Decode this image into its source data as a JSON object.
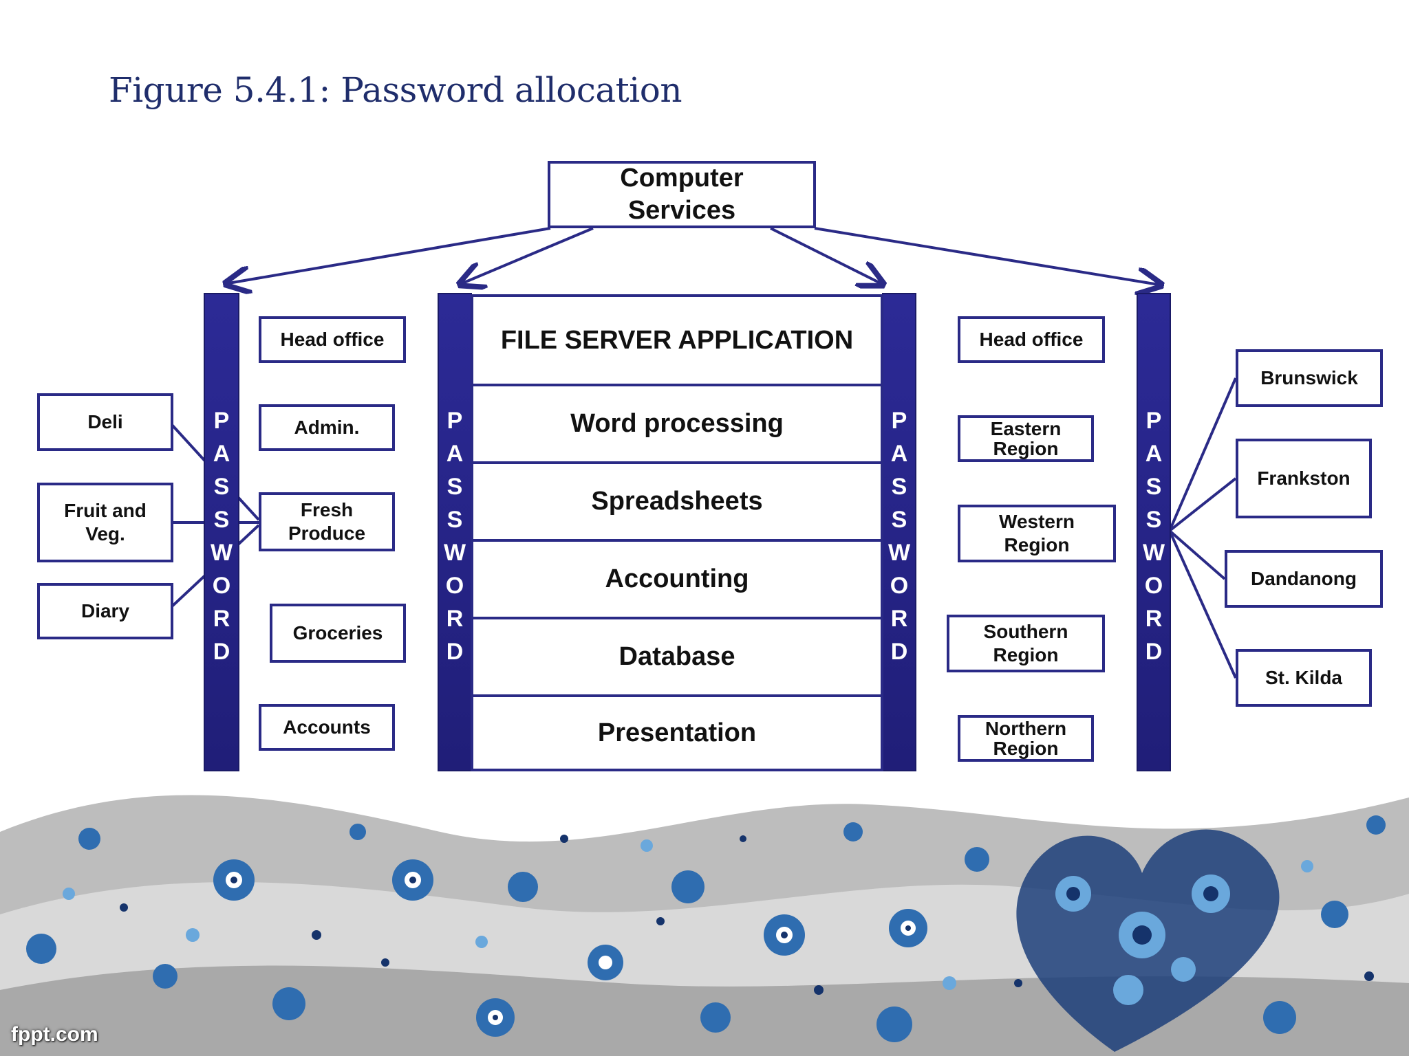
{
  "title": "Figure 5.4.1: Password allocation",
  "top_node": {
    "line1": "Computer",
    "line2": "Services"
  },
  "password_bar_letters": [
    "P",
    "A",
    "S",
    "S",
    "W",
    "O",
    "R",
    "D"
  ],
  "file_server": {
    "header": "FILE SERVER APPLICATION",
    "applications": [
      "Word processing",
      "Spreadsheets",
      "Accounting",
      "Database",
      "Presentation"
    ]
  },
  "left_departments": {
    "head_office": "Head office",
    "admin": "Admin.",
    "fresh_produce": {
      "line1": "Fresh",
      "line2": "Produce"
    },
    "groceries": "Groceries",
    "accounts": "Accounts"
  },
  "fresh_produce_sections": {
    "deli": "Deli",
    "fruit_veg": {
      "line1": "Fruit and",
      "line2": "Veg."
    },
    "diary": "Diary"
  },
  "right_regions": {
    "head_office": "Head office",
    "eastern": {
      "line1": "Eastern",
      "line2": "Region"
    },
    "western": {
      "line1": "Western",
      "line2": "Region"
    },
    "southern": {
      "line1": "Southern",
      "line2": "Region"
    },
    "northern": {
      "line1": "Northern",
      "line2": "Region"
    }
  },
  "branches": [
    "Brunswick",
    "Frankston",
    "Dandanong",
    "St. Kilda"
  ],
  "watermark": "fppt.com",
  "colors": {
    "title": "#1f2d6b",
    "box_border": "#2a2a86",
    "bar_fill": "#2c2a96",
    "flower_dark": "#15336b",
    "flower_mid": "#2f6db0",
    "flower_light": "#6aa8dc",
    "wave": "#bdbdbd"
  }
}
